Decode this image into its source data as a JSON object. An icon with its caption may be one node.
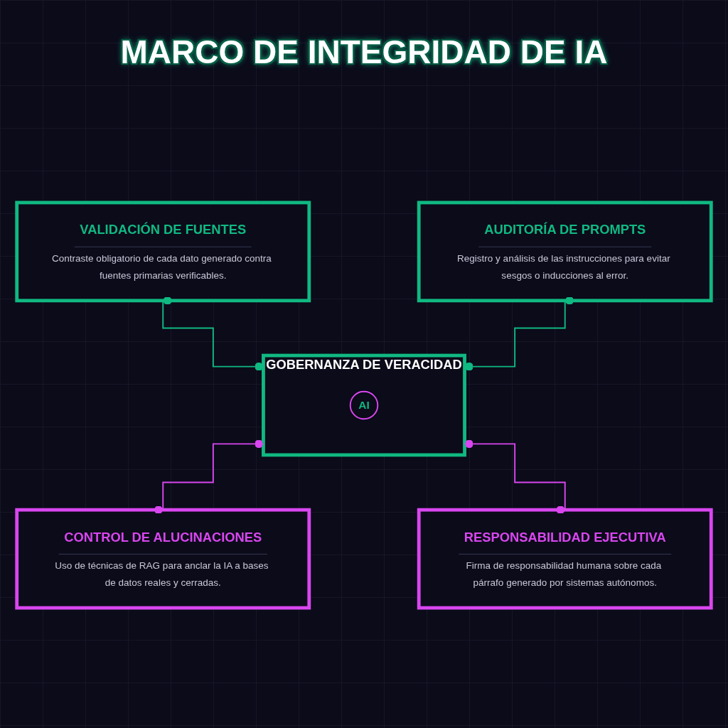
{
  "diagram": {
    "title": "MARCO DE INTEGRIDAD DE IA",
    "nodes": [
      {
        "text": [
          "VALIDACIÓN DE FUENTES",
          "Contraste obligatorio de cada dato generado contra fuentes primarias verificables."
        ]
      },
      {
        "text": [
          "AUDITORÍA DE PROMPTS",
          "Registro y análisis de las instrucciones para evitar sesgos o inducciones al error."
        ]
      },
      {
        "text": [
          "GOBERNANZA DE VERACIDAD"
        ]
      },
      {
        "text": [
          "AI"
        ],
        "in": 2
      },
      {
        "text": [
          "CONTROL DE ALUCINACIONES",
          "Uso de técnicas de RAG para anclar la IA a bases de datos reales y cerradas."
        ]
      },
      {
        "text": [
          "RESPONSABILIDAD EJECUTIVA",
          "Firma de responsabilidad humana sobre cada párrafo generado por sistemas autónomos."
        ]
      }
    ],
    "edges": [
      {
        "from": 0,
        "to": 2,
        "arrow": "other",
        "color": "#10b981"
      },
      {
        "from": 1,
        "to": 2,
        "arrow": "other",
        "color": "#10b981"
      },
      {
        "from": 2,
        "to": 4,
        "arrow": "other",
        "color": "#d946ef"
      },
      {
        "from": 2,
        "to": 5,
        "arrow": "other",
        "color": "#d946ef"
      }
    ]
  }
}
